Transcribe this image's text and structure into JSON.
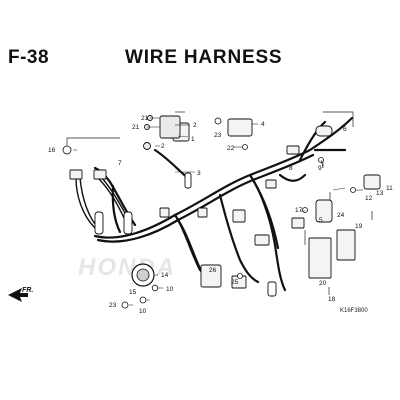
{
  "header": {
    "code": "F-38",
    "title": "WIRE HARNESS"
  },
  "fr_label": "FR.",
  "watermark_text": "HONDA",
  "ref_code": "K16F3800",
  "callouts": [
    "1",
    "2",
    "2",
    "3",
    "4",
    "5",
    "6",
    "7",
    "8",
    "9",
    "10",
    "10",
    "11",
    "12",
    "13",
    "14",
    "15",
    "16",
    "17",
    "18",
    "19",
    "20",
    "21",
    "21",
    "22",
    "23",
    "23",
    "24",
    "25",
    "26"
  ]
}
